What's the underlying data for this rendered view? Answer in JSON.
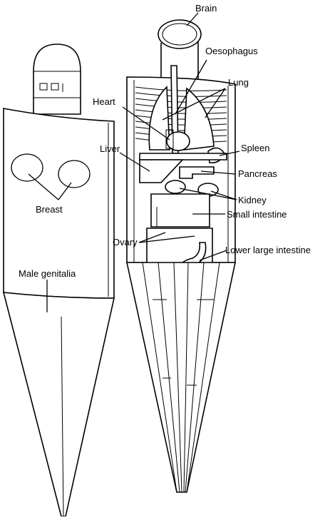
{
  "labels": {
    "brain": "Brain",
    "oesophagus": "Oesophagus",
    "lung": "Lung",
    "heart": "Heart",
    "spleen": "Spleen",
    "liver": "Liver",
    "pancreas": "Pancreas",
    "kidney": "Kidney",
    "breast": "Breast",
    "small_intestine": "Small intestine",
    "ovary": "Ovary",
    "lower_large_intestine": "Lower large intestine",
    "male_genitalia": "Male genitalia"
  }
}
